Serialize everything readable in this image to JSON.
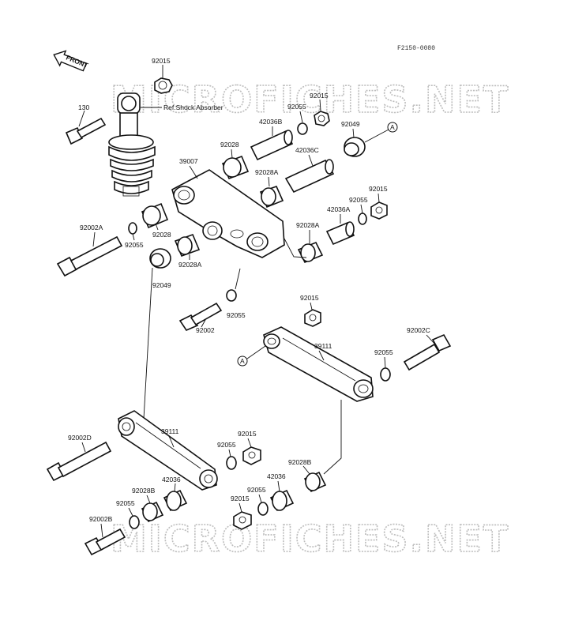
{
  "figure_code": "F2150-0080",
  "front_label": "FRONT",
  "watermark_text": "MICROFICHES.NET",
  "ref_text": "Ref.Shock Absorber",
  "circle_ref": "A",
  "labels": {
    "p92015_top": "92015",
    "p130": "130",
    "p92055_a": "92055",
    "p92015_b": "92015",
    "p42036B": "42036B",
    "p92049_r": "92049",
    "p92028_a": "92028",
    "p42036C": "42036C",
    "p39007": "39007",
    "p92028A_a": "92028A",
    "p92055_b": "92055",
    "p92015_c": "92015",
    "p42036A": "42036A",
    "p92002A": "92002A",
    "p92028_b": "92028",
    "p92055_c": "92055",
    "p92028A_b": "92028A",
    "p92028A_c": "92028A",
    "p92049_l": "92049",
    "p92055_d": "92055",
    "p92002": "92002",
    "p92015_d": "92015",
    "p39111_a": "39111",
    "p92002C": "92002C",
    "p92055_e": "92055",
    "p92002D": "92002D",
    "p39111_b": "39111",
    "p92055_f": "92055",
    "p92015_e": "92015",
    "p92028B_a": "92028B",
    "p42036_a": "42036",
    "p92028B_b": "92028B",
    "p42036_b": "42036",
    "p92055_g": "92055",
    "p92055_h": "92055",
    "p92015_f": "92015",
    "p92002B": "92002B"
  }
}
